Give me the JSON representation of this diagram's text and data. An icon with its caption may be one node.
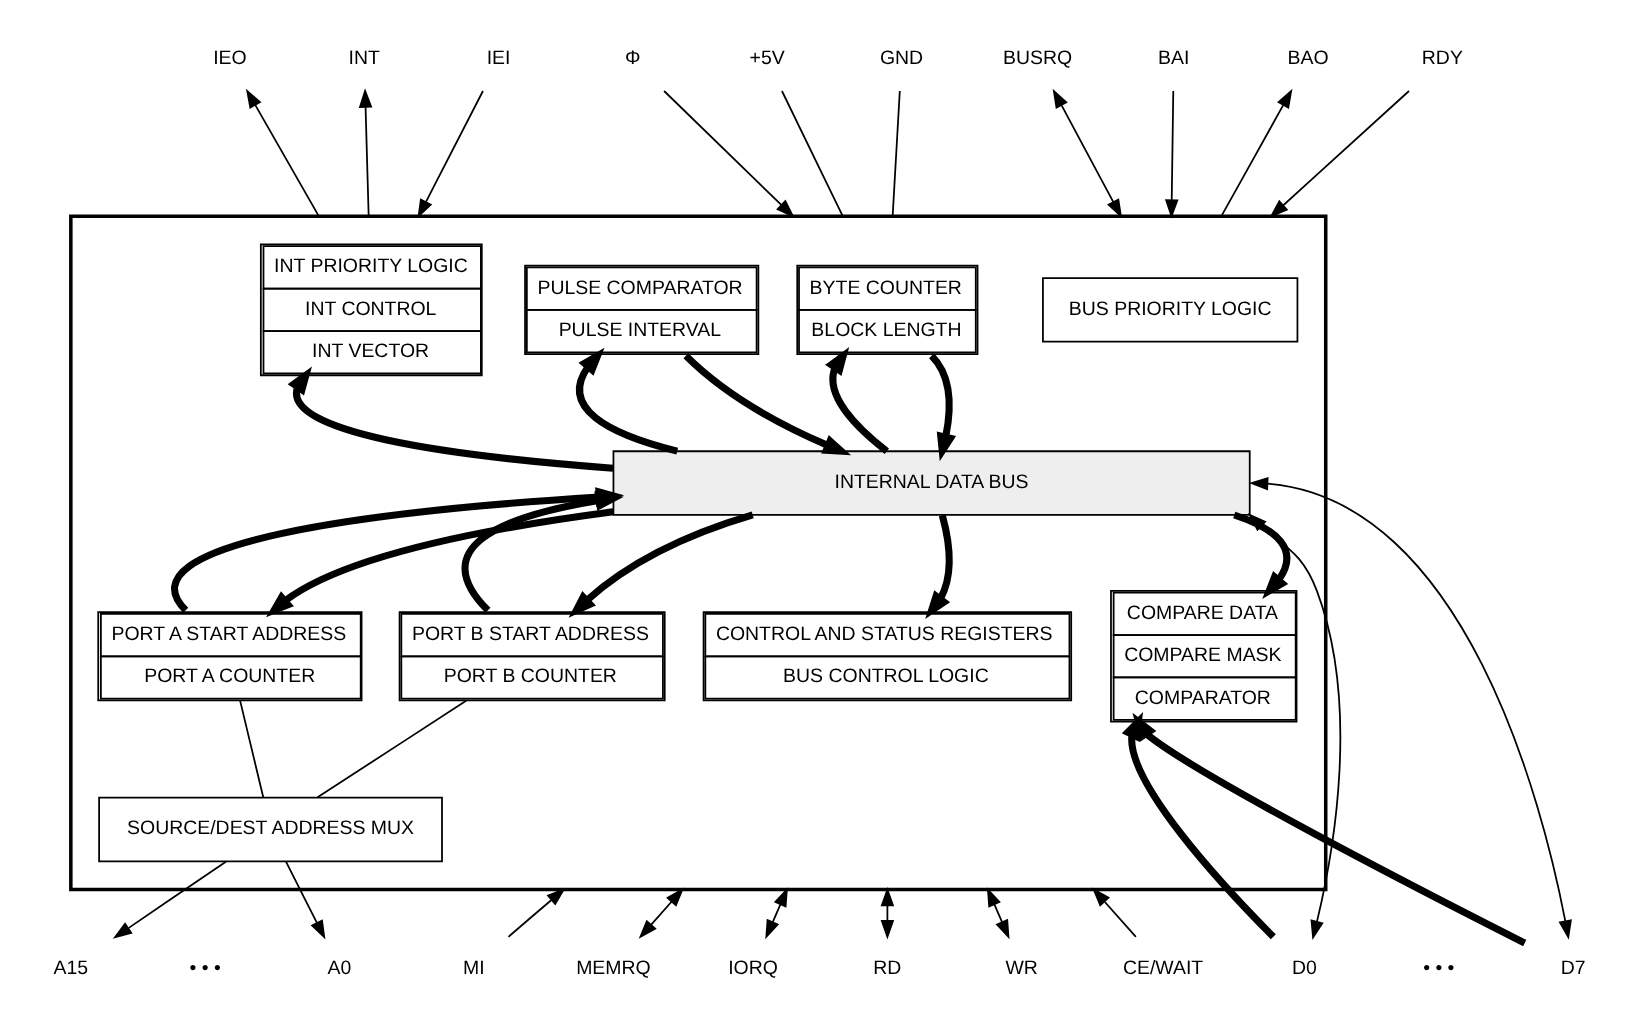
{
  "diagram": {
    "nodes": [
      {
        "text": [],
        "shape": "box"
      },
      {
        "text": [
          "BYTE COUNTER",
          "BLOCK LENGTH"
        ],
        "in": 0
      },
      {
        "text": [
          "PULSE COMPARATOR",
          "PULSE INTERVAL"
        ],
        "in": 0
      },
      {
        "text": [
          "INT PRIORITY LOGIC",
          "INT CONTROL",
          "INT VECTOR"
        ],
        "in": 0
      },
      {
        "text": [
          "BUS PRIORITY LOGIC"
        ],
        "in": 0
      },
      {
        "text": [
          "INTERNAL DATA BUS"
        ],
        "in": 0
      },
      {
        "text": [
          "PORT A START ADDRESS",
          "PORT A COUNTER"
        ],
        "in": 0
      },
      {
        "text": [
          "PORT B START ADDRESS",
          "PORT B COUNTER"
        ],
        "in": 0
      },
      {
        "text": [
          "COMPARE DATA",
          "COMPARE MASK",
          "COMPARATOR"
        ],
        "in": 0
      },
      {
        "text": [
          "CONTROL AND STATUS REGISTERS",
          "BUS CONTROL LOGIC"
        ],
        "in": 0
      },
      {
        "text": [
          "SOURCE/DEST ADDRESS MUX"
        ],
        "in": 0
      },
      {
        "text": [
          "+5V"
        ]
      },
      {
        "text": [
          "GND"
        ]
      },
      {
        "text": [
          "Φ"
        ]
      },
      {
        "text": [
          "INT"
        ]
      },
      {
        "text": [
          "IEI"
        ]
      },
      {
        "text": [
          "IEO"
        ]
      },
      {
        "text": [
          "BUSRQ"
        ]
      },
      {
        "text": [
          "BAI"
        ]
      },
      {
        "text": [
          "BAO"
        ]
      },
      {
        "text": [
          "RDY"
        ]
      },
      {
        "text": [
          "A15"
        ]
      },
      {
        "text": [
          "A0"
        ]
      },
      {
        "text": [
          "D7"
        ]
      },
      {
        "text": [
          "D0"
        ]
      },
      {
        "text": [
          "MI"
        ]
      },
      {
        "text": [
          "MEMRQ"
        ]
      },
      {
        "text": [
          "IORQ"
        ]
      },
      {
        "text": [
          "RD"
        ]
      },
      {
        "text": [
          "WR"
        ]
      },
      {
        "text": [
          "CE/WAIT"
        ]
      }
    ],
    "edges": [
      {
        "from": 5,
        "to": 1,
        "arrow": "to",
        "style": "thick"
      },
      {
        "from": 1,
        "to": 5,
        "arrow": "to",
        "style": "thick"
      },
      {
        "from": 2,
        "to": 5,
        "arrow": "to",
        "style": "thick"
      },
      {
        "from": 5,
        "to": 2,
        "arrow": "to",
        "style": "thick"
      },
      {
        "from": 5,
        "to": 3,
        "arrow": "to",
        "style": "thick"
      },
      {
        "from": 5,
        "to": 9,
        "arrow": "to",
        "style": "thick"
      },
      {
        "from": 5,
        "to": 6,
        "arrow": "to",
        "style": "thick"
      },
      {
        "from": 6,
        "to": 5,
        "arrow": "to",
        "style": "thick"
      },
      {
        "from": 7,
        "to": 5,
        "arrow": "to",
        "style": "thick"
      },
      {
        "from": 5,
        "to": 7,
        "arrow": "to",
        "style": "thick"
      },
      {
        "from": 5,
        "to": 8,
        "arrow": "to",
        "style": "thick"
      },
      {
        "from": 23,
        "to": 8,
        "arrow": "to",
        "style": "thick"
      },
      {
        "from": 24,
        "to": 8,
        "arrow": "to",
        "style": "thick"
      },
      {
        "from": 6,
        "to": 10,
        "arrow": "none"
      },
      {
        "from": 7,
        "to": 10,
        "arrow": "none"
      },
      {
        "from": 10,
        "to": 21,
        "arrow": "to"
      },
      {
        "from": 10,
        "to": 22,
        "arrow": "to"
      },
      {
        "from": 23,
        "to": 5,
        "arrow": "both"
      },
      {
        "from": 24,
        "to": 5,
        "arrow": "both"
      },
      {
        "from": 11,
        "to": 0,
        "arrow": "none"
      },
      {
        "from": 12,
        "to": 0,
        "arrow": "none"
      },
      {
        "from": 13,
        "to": 0,
        "arrow": "to"
      },
      {
        "from": 0,
        "to": 14,
        "arrow": "to"
      },
      {
        "from": 15,
        "to": 0,
        "arrow": "to"
      },
      {
        "from": 0,
        "to": 16,
        "arrow": "to"
      },
      {
        "from": 17,
        "to": 0,
        "arrow": "both"
      },
      {
        "from": 18,
        "to": 0,
        "arrow": "to"
      },
      {
        "from": 0,
        "to": 19,
        "arrow": "to"
      },
      {
        "from": 20,
        "to": 0,
        "arrow": "to"
      },
      {
        "from": 25,
        "to": 0,
        "arrow": "to"
      },
      {
        "from": 26,
        "to": 0,
        "arrow": "both"
      },
      {
        "from": 27,
        "to": 0,
        "arrow": "both"
      },
      {
        "from": 28,
        "to": 0,
        "arrow": "both"
      },
      {
        "from": 29,
        "to": 0,
        "arrow": "both"
      },
      {
        "from": 30,
        "to": 0,
        "arrow": "to"
      }
    ],
    "labels": [
      "• • •",
      "• • •"
    ]
  }
}
